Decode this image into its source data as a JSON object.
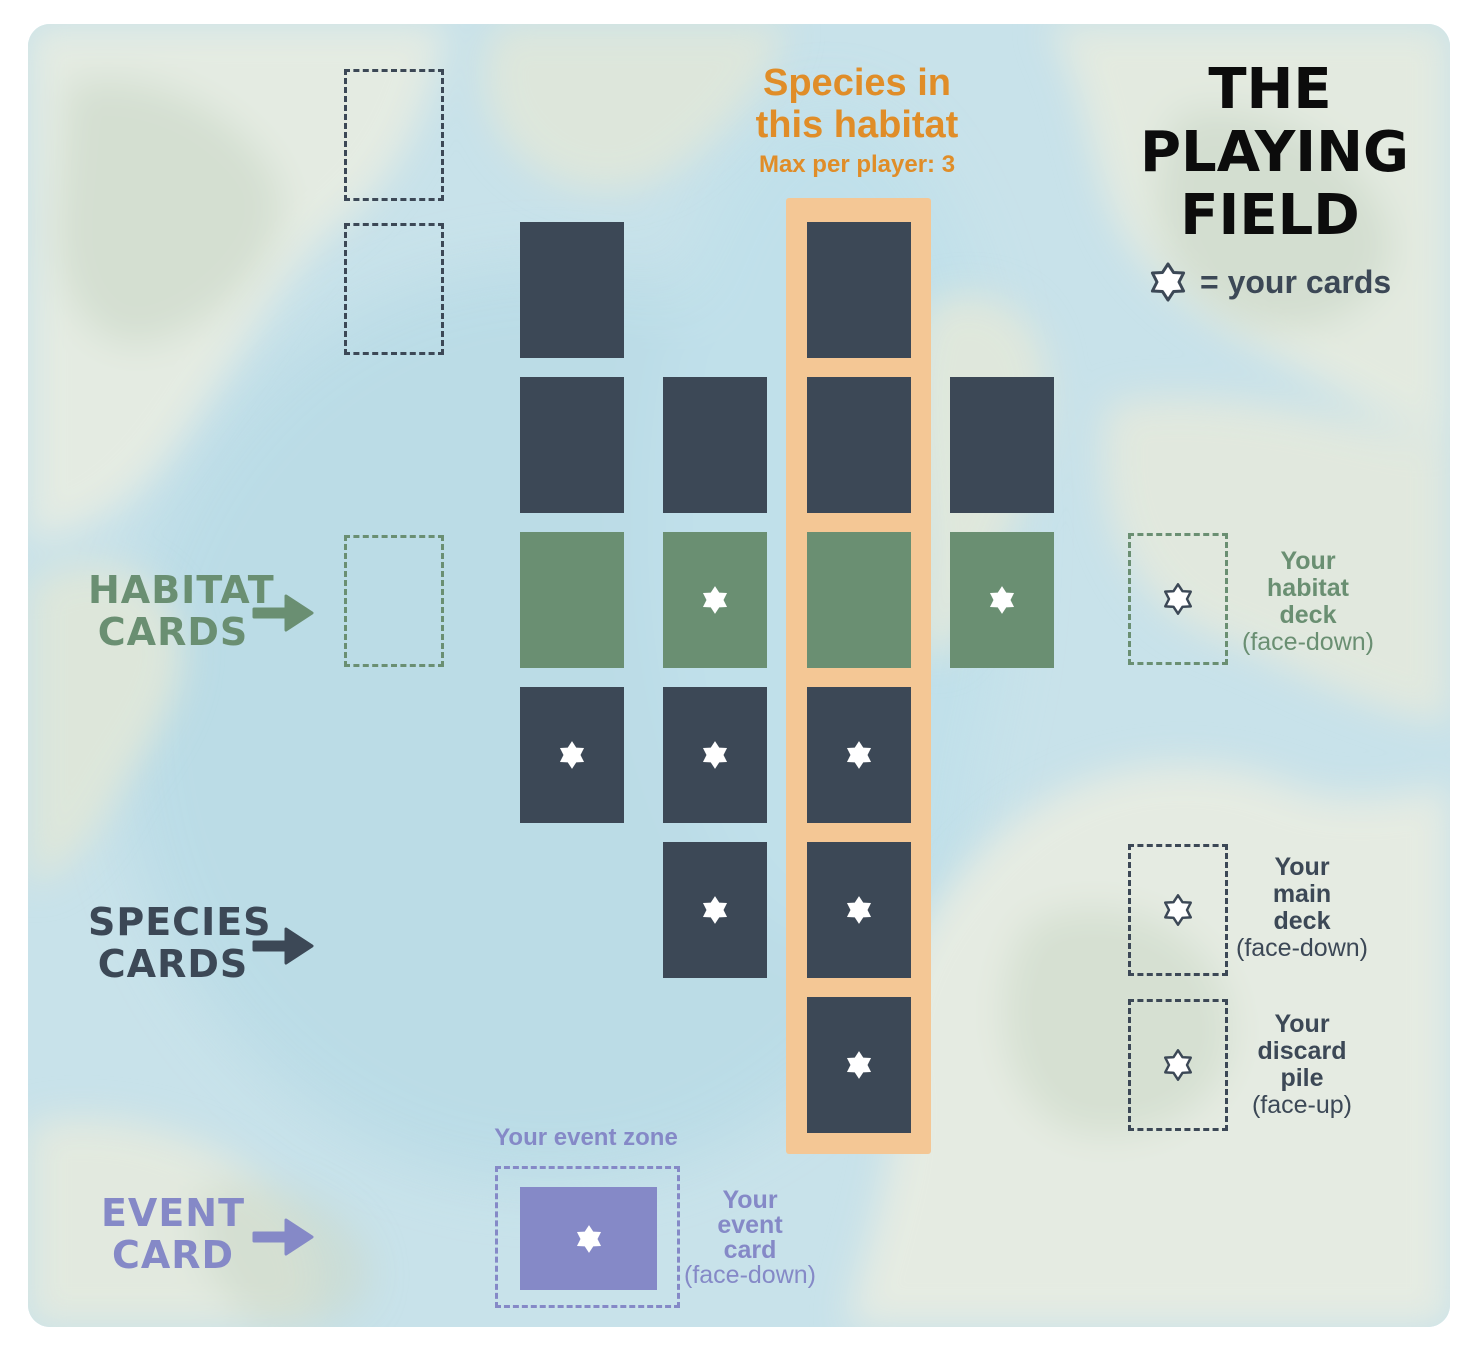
{
  "title": {
    "lines": [
      "THE",
      "PLAYING",
      "FIELD"
    ]
  },
  "legend": {
    "icon": "star-outline-icon",
    "text": "= your cards"
  },
  "column_header": {
    "line1": "Species in",
    "line2": "this habitat",
    "max": "Max per player: 3",
    "highlight_color": "#f4c795"
  },
  "row_labels": {
    "habitat": [
      "HABITAT",
      "CARDS"
    ],
    "species": [
      "SPECIES",
      "CARDS"
    ],
    "event": [
      "EVENT",
      "CARD"
    ]
  },
  "colors": {
    "species_card": "#3c4856",
    "habitat_card": "#6a8f72",
    "event_card": "#8589c7",
    "habitat_text": "#6a8f72",
    "species_text": "#3c4856",
    "event_text": "#8589c7",
    "header_text": "#e08d28"
  },
  "decks": {
    "habitat": {
      "l1": "Your",
      "l2": "habitat",
      "l3": "deck",
      "sub": "(face-down)"
    },
    "main": {
      "l1": "Your",
      "l2": "main",
      "l3": "deck",
      "sub": "(face-down)"
    },
    "discard": {
      "l1": "Your",
      "l2": "discard",
      "l3": "pile",
      "sub": "(face-up)"
    }
  },
  "event_zone": {
    "label": "Your event zone",
    "card_l1": "Your",
    "card_l2": "event",
    "card_l3": "card",
    "card_sub": "(face-down)"
  },
  "grid": {
    "columns": 4,
    "highlighted_column": 3,
    "cards": [
      {
        "col": 1,
        "row": "species-top-2",
        "type": "species",
        "own": false
      },
      {
        "col": 3,
        "row": "species-top-2",
        "type": "species",
        "own": false
      },
      {
        "col": 1,
        "row": "species-top-1",
        "type": "species",
        "own": false
      },
      {
        "col": 2,
        "row": "species-top-1",
        "type": "species",
        "own": false
      },
      {
        "col": 3,
        "row": "species-top-1",
        "type": "species",
        "own": false
      },
      {
        "col": 4,
        "row": "species-top-1",
        "type": "species",
        "own": false
      },
      {
        "col": 1,
        "row": "habitat",
        "type": "habitat",
        "own": false
      },
      {
        "col": 2,
        "row": "habitat",
        "type": "habitat",
        "own": true
      },
      {
        "col": 3,
        "row": "habitat",
        "type": "habitat",
        "own": false
      },
      {
        "col": 4,
        "row": "habitat",
        "type": "habitat",
        "own": true
      },
      {
        "col": 1,
        "row": "species-bottom-1",
        "type": "species",
        "own": true
      },
      {
        "col": 2,
        "row": "species-bottom-1",
        "type": "species",
        "own": true
      },
      {
        "col": 3,
        "row": "species-bottom-1",
        "type": "species",
        "own": true
      },
      {
        "col": 2,
        "row": "species-bottom-2",
        "type": "species",
        "own": true
      },
      {
        "col": 3,
        "row": "species-bottom-2",
        "type": "species",
        "own": true
      },
      {
        "col": 3,
        "row": "species-bottom-3",
        "type": "species",
        "own": true
      }
    ]
  }
}
